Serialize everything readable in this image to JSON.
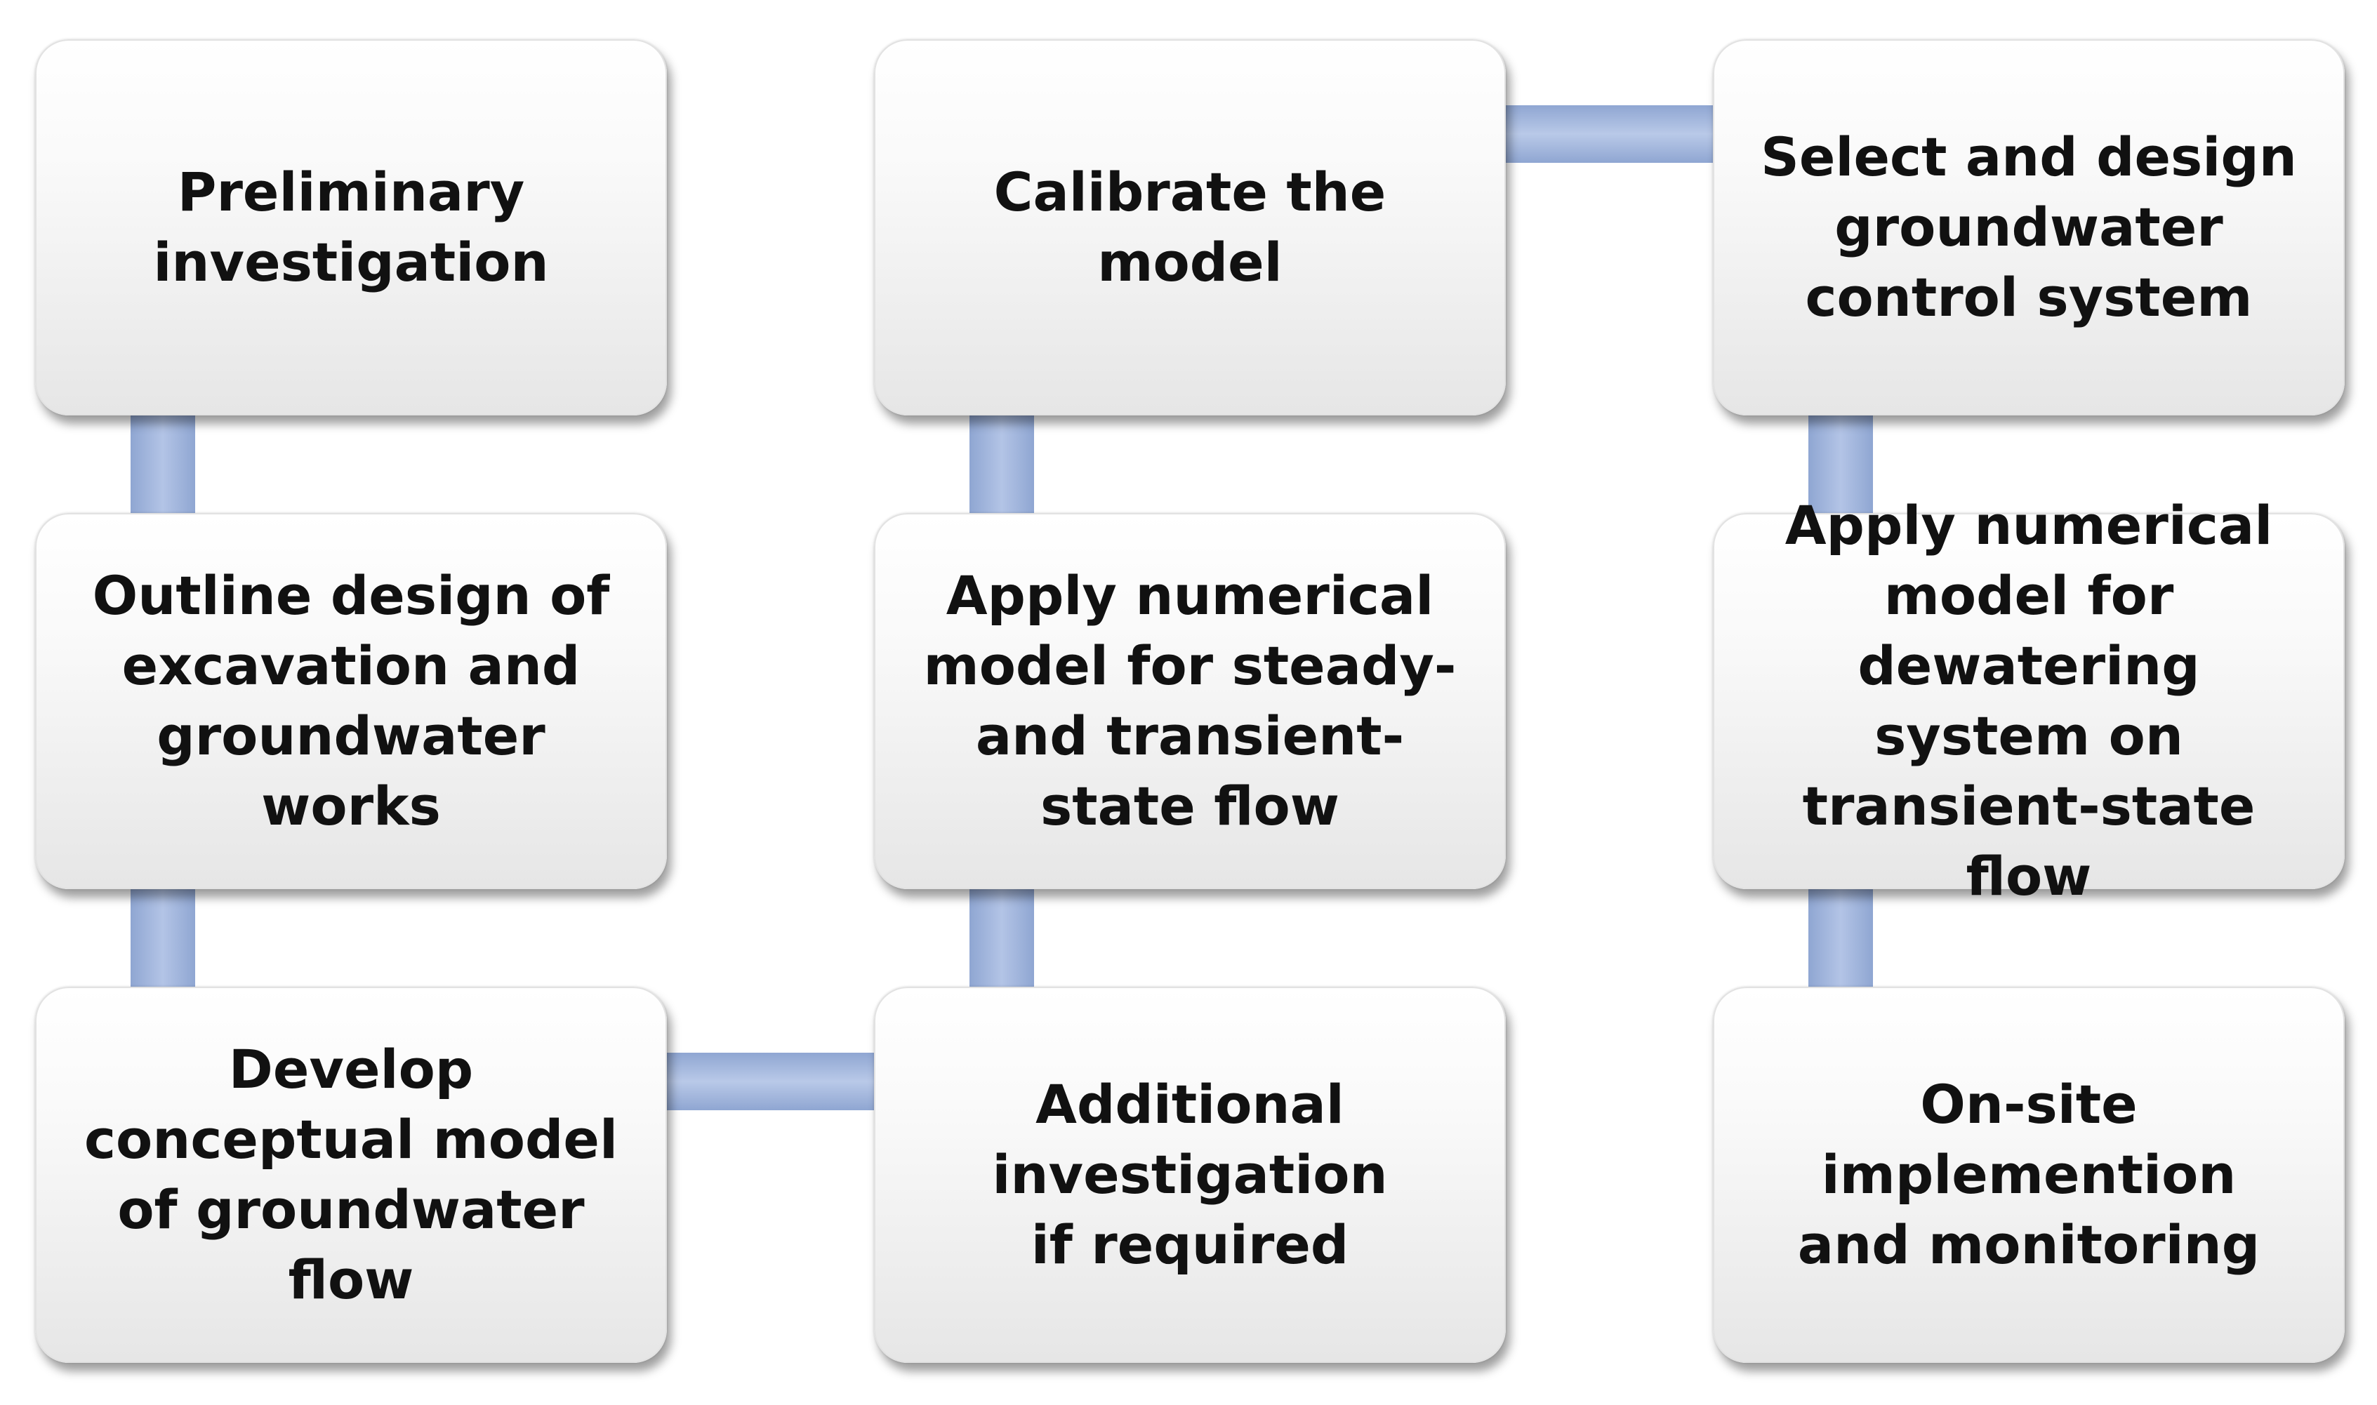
{
  "diagram": {
    "type": "process-flow",
    "colors": {
      "connector": "#a6b9e0",
      "node_top": "#ffffff",
      "node_bottom": "#e6e6e6",
      "text": "#111111"
    },
    "nodes": [
      {
        "id": "preliminary",
        "label": "Preliminary investigation"
      },
      {
        "id": "outline",
        "label": "Outline design of excavation and groundwater works"
      },
      {
        "id": "conceptual",
        "label": "Develop conceptual model of groundwater flow"
      },
      {
        "id": "additional",
        "label": "Additional investigation if required"
      },
      {
        "id": "apply-steady",
        "label": "Apply numerical model for steady- and transient-state flow"
      },
      {
        "id": "calibrate",
        "label": "Calibrate the model"
      },
      {
        "id": "select-design",
        "label": "Select and design groundwater control system"
      },
      {
        "id": "apply-dewatering",
        "label": "Apply numerical model for dewatering system on transient-state flow"
      },
      {
        "id": "onsite",
        "label": "On-site implemention and monitoring"
      }
    ],
    "edges": [
      [
        "preliminary",
        "outline"
      ],
      [
        "outline",
        "conceptual"
      ],
      [
        "conceptual",
        "additional"
      ],
      [
        "additional",
        "apply-steady"
      ],
      [
        "apply-steady",
        "calibrate"
      ],
      [
        "calibrate",
        "select-design"
      ],
      [
        "select-design",
        "apply-dewatering"
      ],
      [
        "apply-dewatering",
        "onsite"
      ]
    ]
  }
}
